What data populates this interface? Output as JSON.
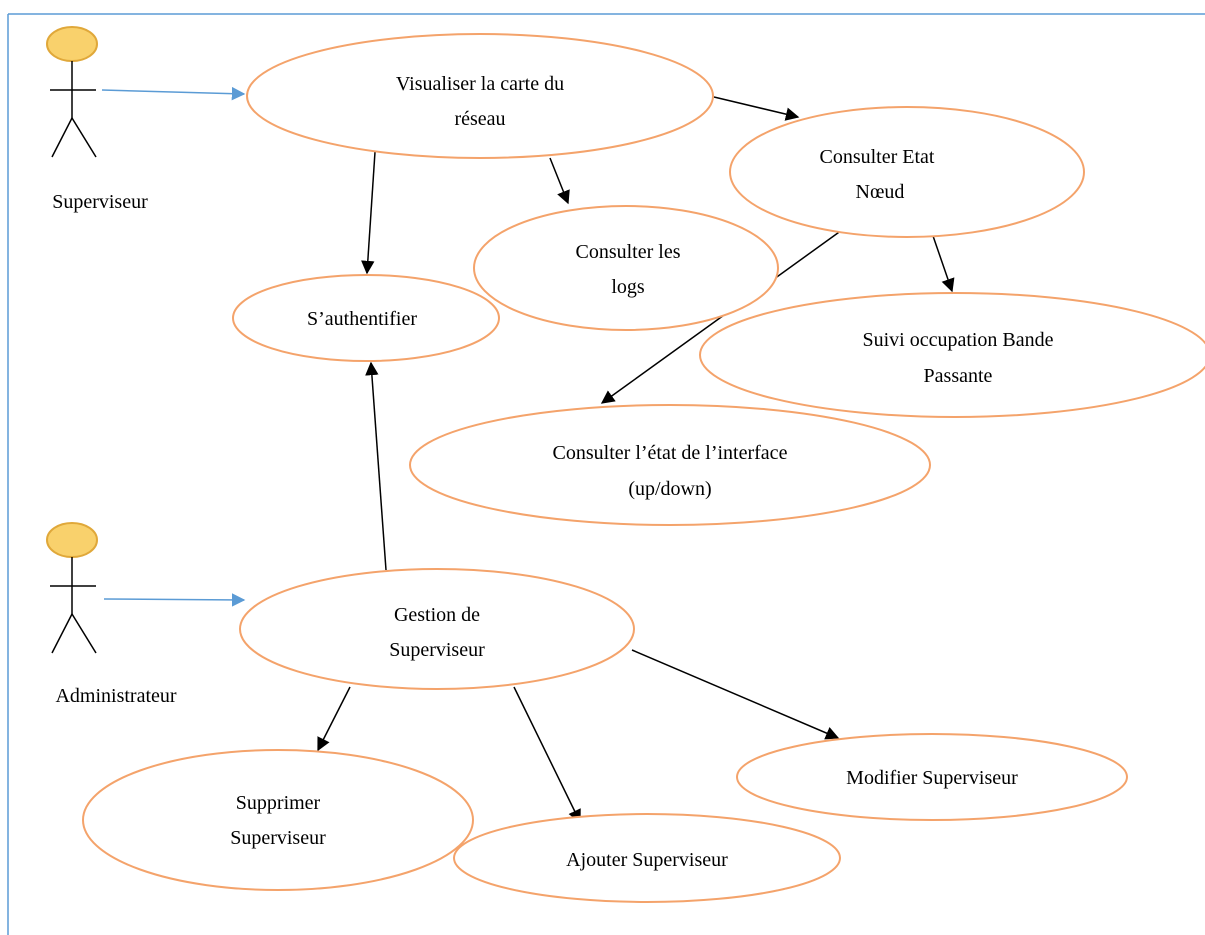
{
  "actors": {
    "superviseur": {
      "label": "Superviseur"
    },
    "administrateur": {
      "label": "Administrateur"
    }
  },
  "use_cases": {
    "visualiser": {
      "lines": [
        "Visualiser la carte du",
        "réseau"
      ]
    },
    "consulter_etat_noeud": {
      "lines": [
        "Consulter Etat",
        "Nœud"
      ]
    },
    "consulter_logs": {
      "lines": [
        "Consulter les",
        "logs"
      ]
    },
    "authentifier": {
      "lines": [
        "S’authentifier"
      ]
    },
    "suivi_bande": {
      "lines": [
        "Suivi occupation Bande",
        "Passante"
      ]
    },
    "etat_interface": {
      "lines": [
        "Consulter l’état de l’interface",
        "(up/down)"
      ]
    },
    "gestion": {
      "lines": [
        "Gestion de",
        "Superviseur"
      ]
    },
    "supprimer": {
      "lines": [
        "Supprimer",
        "Superviseur"
      ]
    },
    "ajouter": {
      "lines": [
        "Ajouter Superviseur"
      ]
    },
    "modifier": {
      "lines": [
        "Modifier Superviseur"
      ]
    }
  },
  "colors": {
    "use_case_border": "#f4a36b",
    "actor_head_fill": "#f9d16c",
    "association_line": "#5b9bd5",
    "relation_line": "#000000"
  }
}
